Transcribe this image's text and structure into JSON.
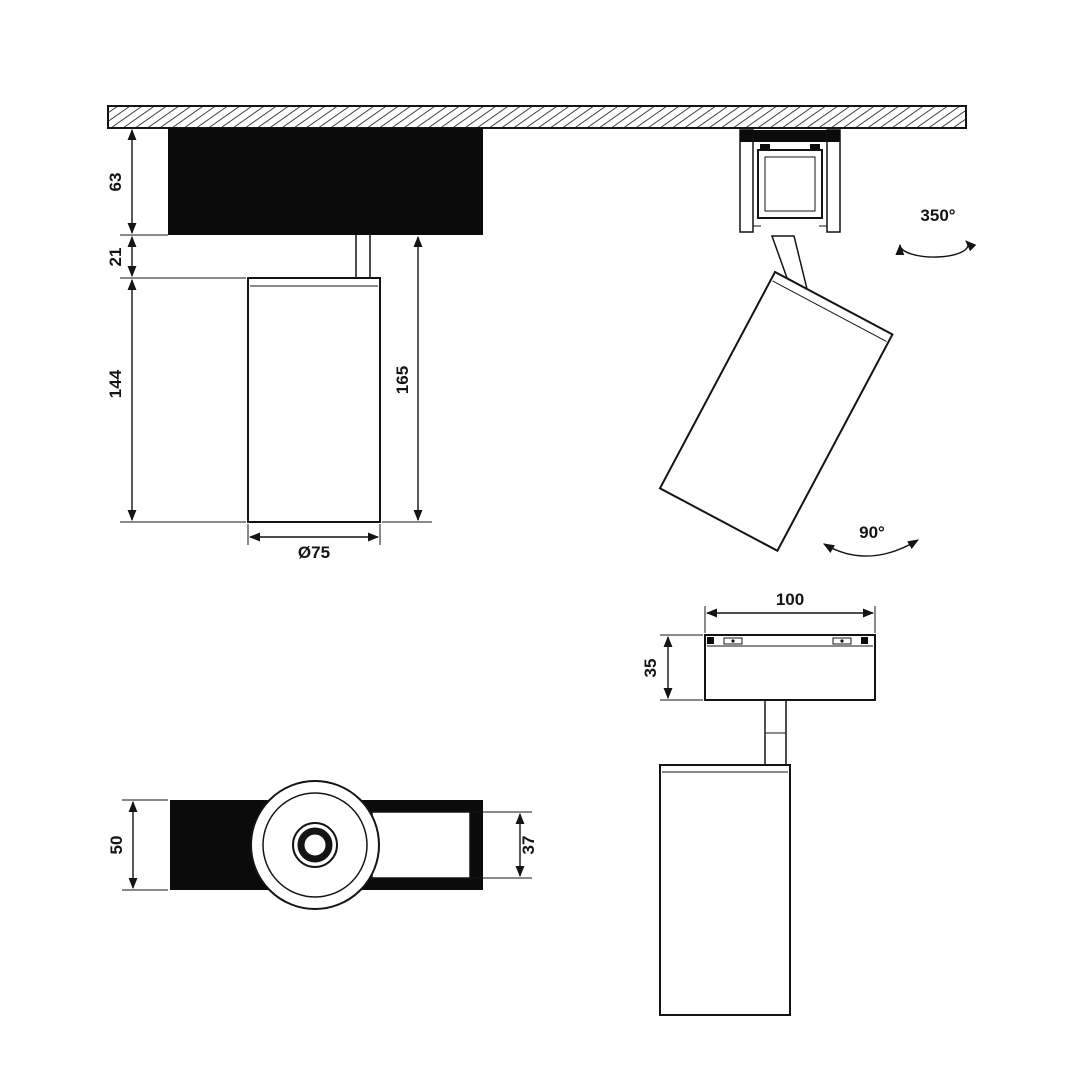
{
  "drawing": {
    "side_view": {
      "track_depth": "63",
      "stem_gap": "21",
      "body_height": "144",
      "overall_drop": "165",
      "body_diameter": "Ø75"
    },
    "articulation": {
      "rotation": "350°",
      "tilt": "90°"
    },
    "front_view": {
      "adapter_width": "100",
      "adapter_height": "35"
    },
    "bottom_view": {
      "body_width": "50",
      "window_width": "37"
    }
  }
}
